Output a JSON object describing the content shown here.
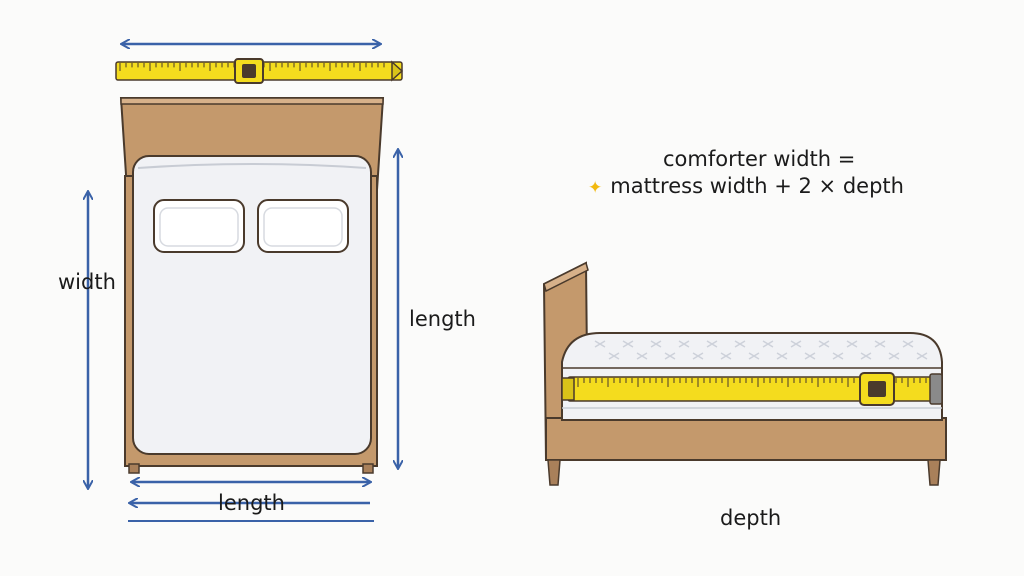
{
  "labels": {
    "top_width": "width",
    "top_length_right": "length",
    "top_length_bottom": "length",
    "side_depth": "depth"
  },
  "formula": {
    "line1": "comforter width =",
    "line2": "mattress width + 2 × depth",
    "icon": "sparkle-icon"
  },
  "colors": {
    "arrow": "#3a62a8",
    "wood": "#c4996c",
    "wood_dark": "#a9805a",
    "tape": "#f4dc1e",
    "mattress": "#f1f2f5",
    "outline": "#4a3a2c"
  }
}
